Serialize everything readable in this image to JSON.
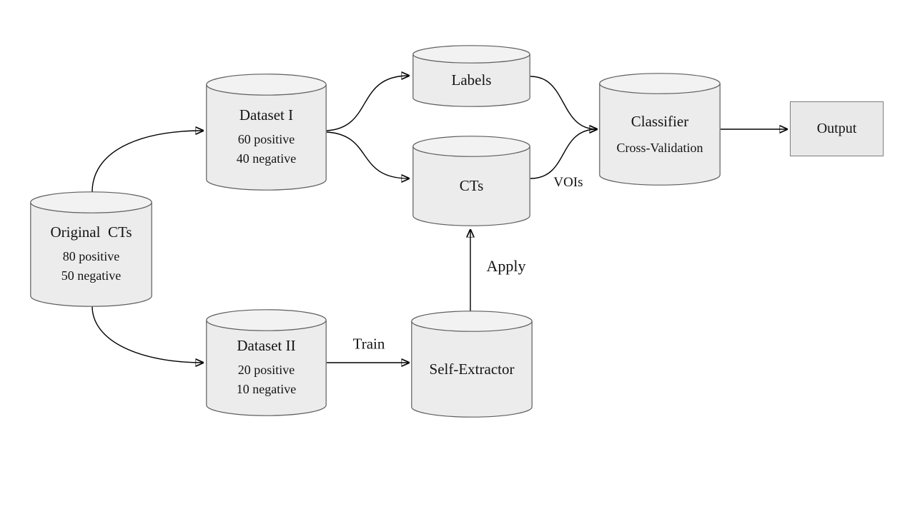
{
  "colors": {
    "canvas-bg": "#ffffff",
    "cyl-body": "#ececec",
    "cyl-top": "#f2f2f2",
    "cyl-stroke": "#5e5e5e",
    "box-fill": "#e9e9e9",
    "box-stroke": "#7d7d7d",
    "arrow": "#000000",
    "text": "#141414"
  },
  "nodes": {
    "original_cts": {
      "shape": "cylinder",
      "title": "Original  CTs",
      "line1": "80 positive",
      "line2": "50 negative"
    },
    "dataset_i": {
      "shape": "cylinder",
      "title": "Dataset I",
      "line1": "60 positive",
      "line2": "40 negative"
    },
    "dataset_ii": {
      "shape": "cylinder",
      "title": "Dataset II",
      "line1": "20 positive",
      "line2": "10 negative"
    },
    "labels": {
      "shape": "cylinder",
      "title": "Labels"
    },
    "cts": {
      "shape": "cylinder",
      "title": "CTs"
    },
    "classifier": {
      "shape": "cylinder",
      "title": "Classifier",
      "subtitle": "Cross-Validation"
    },
    "self_extractor": {
      "shape": "cylinder",
      "title": "Self-Extractor"
    },
    "output": {
      "shape": "rectangle",
      "title": "Output"
    }
  },
  "edges": [
    {
      "from": "Original CTs",
      "to": "Dataset I",
      "label": ""
    },
    {
      "from": "Original CTs",
      "to": "Dataset II",
      "label": ""
    },
    {
      "from": "Dataset I",
      "to": "Labels",
      "label": ""
    },
    {
      "from": "Dataset I",
      "to": "CTs",
      "label": ""
    },
    {
      "from": "Labels",
      "to": "Classifier",
      "label": ""
    },
    {
      "from": "CTs",
      "to": "Classifier",
      "label": "VOIs"
    },
    {
      "from": "Classifier",
      "to": "Output",
      "label": ""
    },
    {
      "from": "Dataset II",
      "to": "Self-Extractor",
      "label": "Train"
    },
    {
      "from": "Self-Extractor",
      "to": "CTs",
      "label": "Apply"
    }
  ]
}
